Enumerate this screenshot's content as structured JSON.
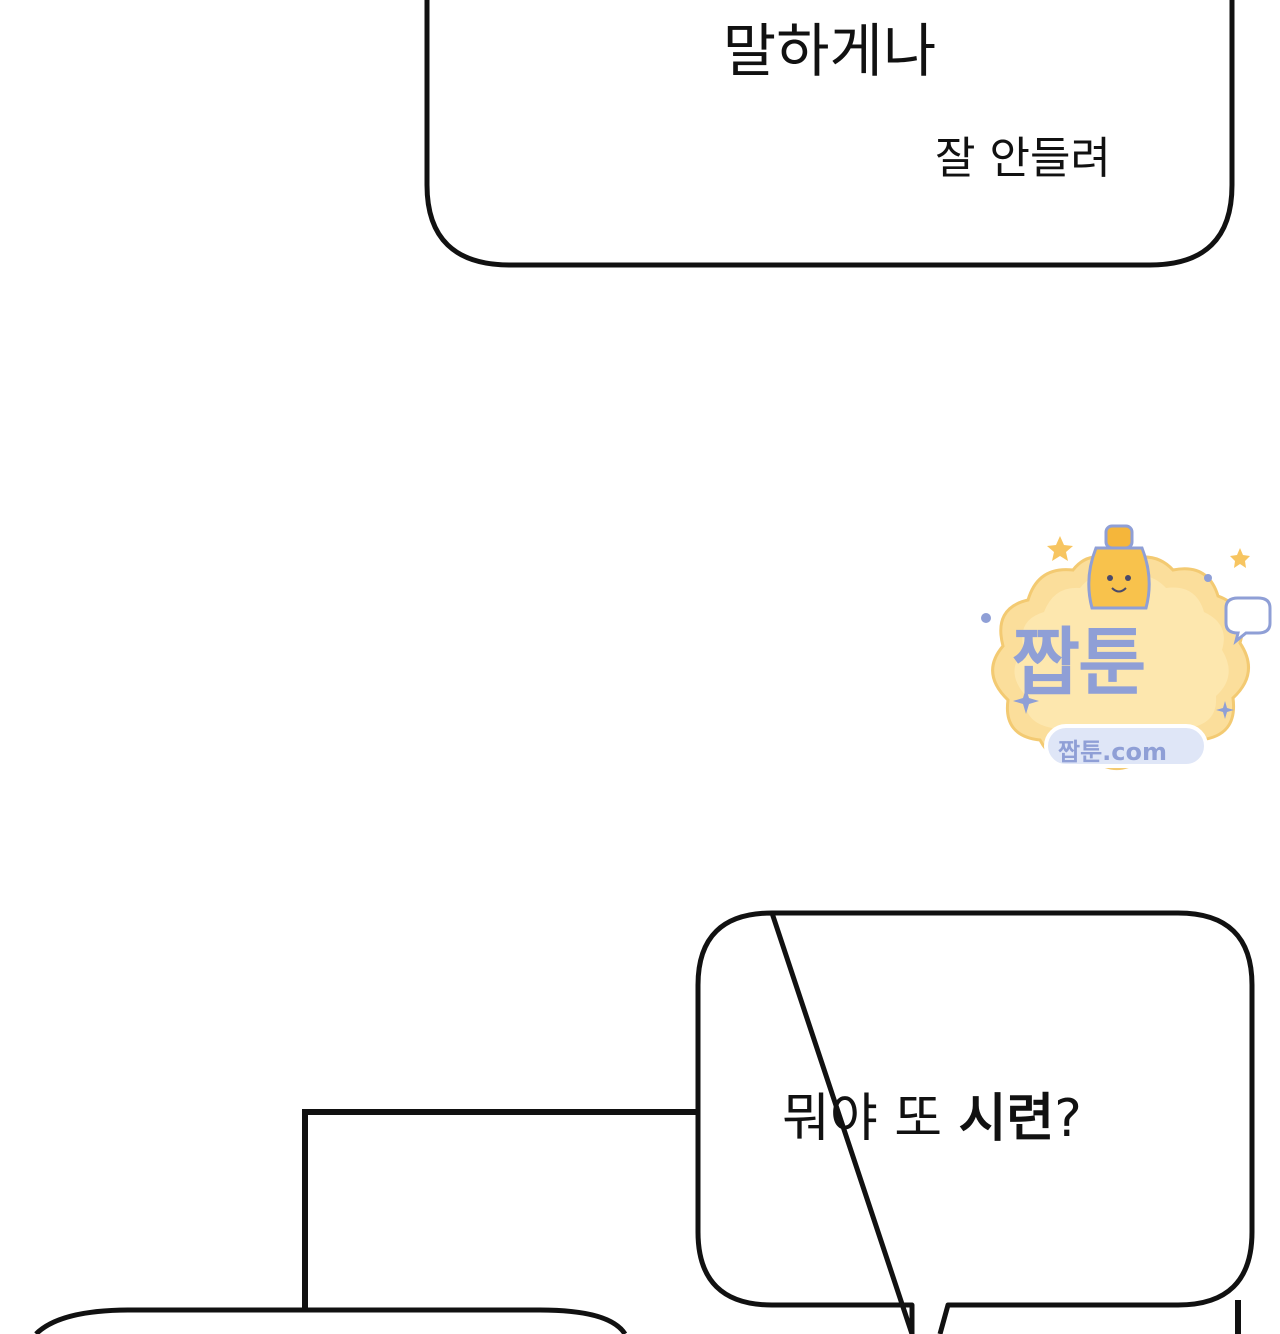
{
  "panel": {
    "bubble_top": {
      "line1": "말하게나",
      "line2": "잘 안들려"
    },
    "bubble_bottom": {
      "text_normal": "뭐야 또 ",
      "text_bold": "시련",
      "text_end": "?"
    }
  },
  "watermark": {
    "logo_text": "짭툰",
    "url_text": "짭툰.com"
  },
  "colors": {
    "background": "#ffffff",
    "ink": "#111111",
    "logo_blue": "#8f9fd6",
    "logo_orange": "#f5b63a"
  }
}
